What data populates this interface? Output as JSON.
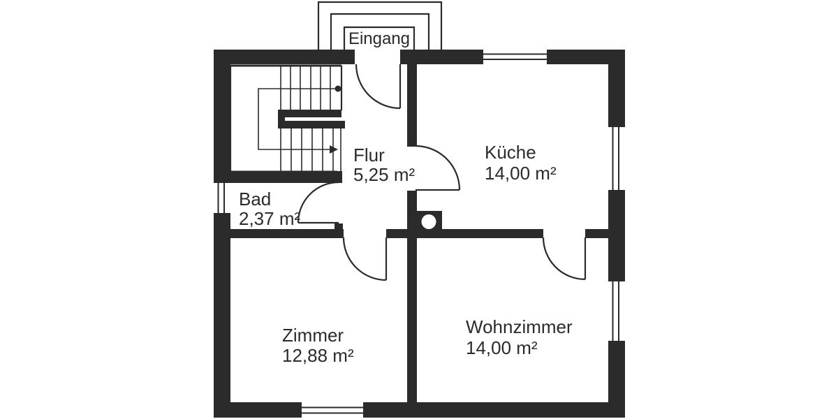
{
  "plan": {
    "entrance": {
      "label": "Eingang"
    },
    "rooms": {
      "flur": {
        "name": "Flur",
        "area": "5,25 m²"
      },
      "kueche": {
        "name": "Küche",
        "area": "14,00 m²"
      },
      "bad": {
        "name": "Bad",
        "area": "2,37 m²"
      },
      "zimmer": {
        "name": "Zimmer",
        "area": "12,88 m²"
      },
      "wohnzimmer": {
        "name": "Wohnzimmer",
        "area": "14,00 m²"
      }
    }
  },
  "colors": {
    "wall": "#2b2b2b",
    "text": "#2b2b2b",
    "background": "#ffffff"
  }
}
